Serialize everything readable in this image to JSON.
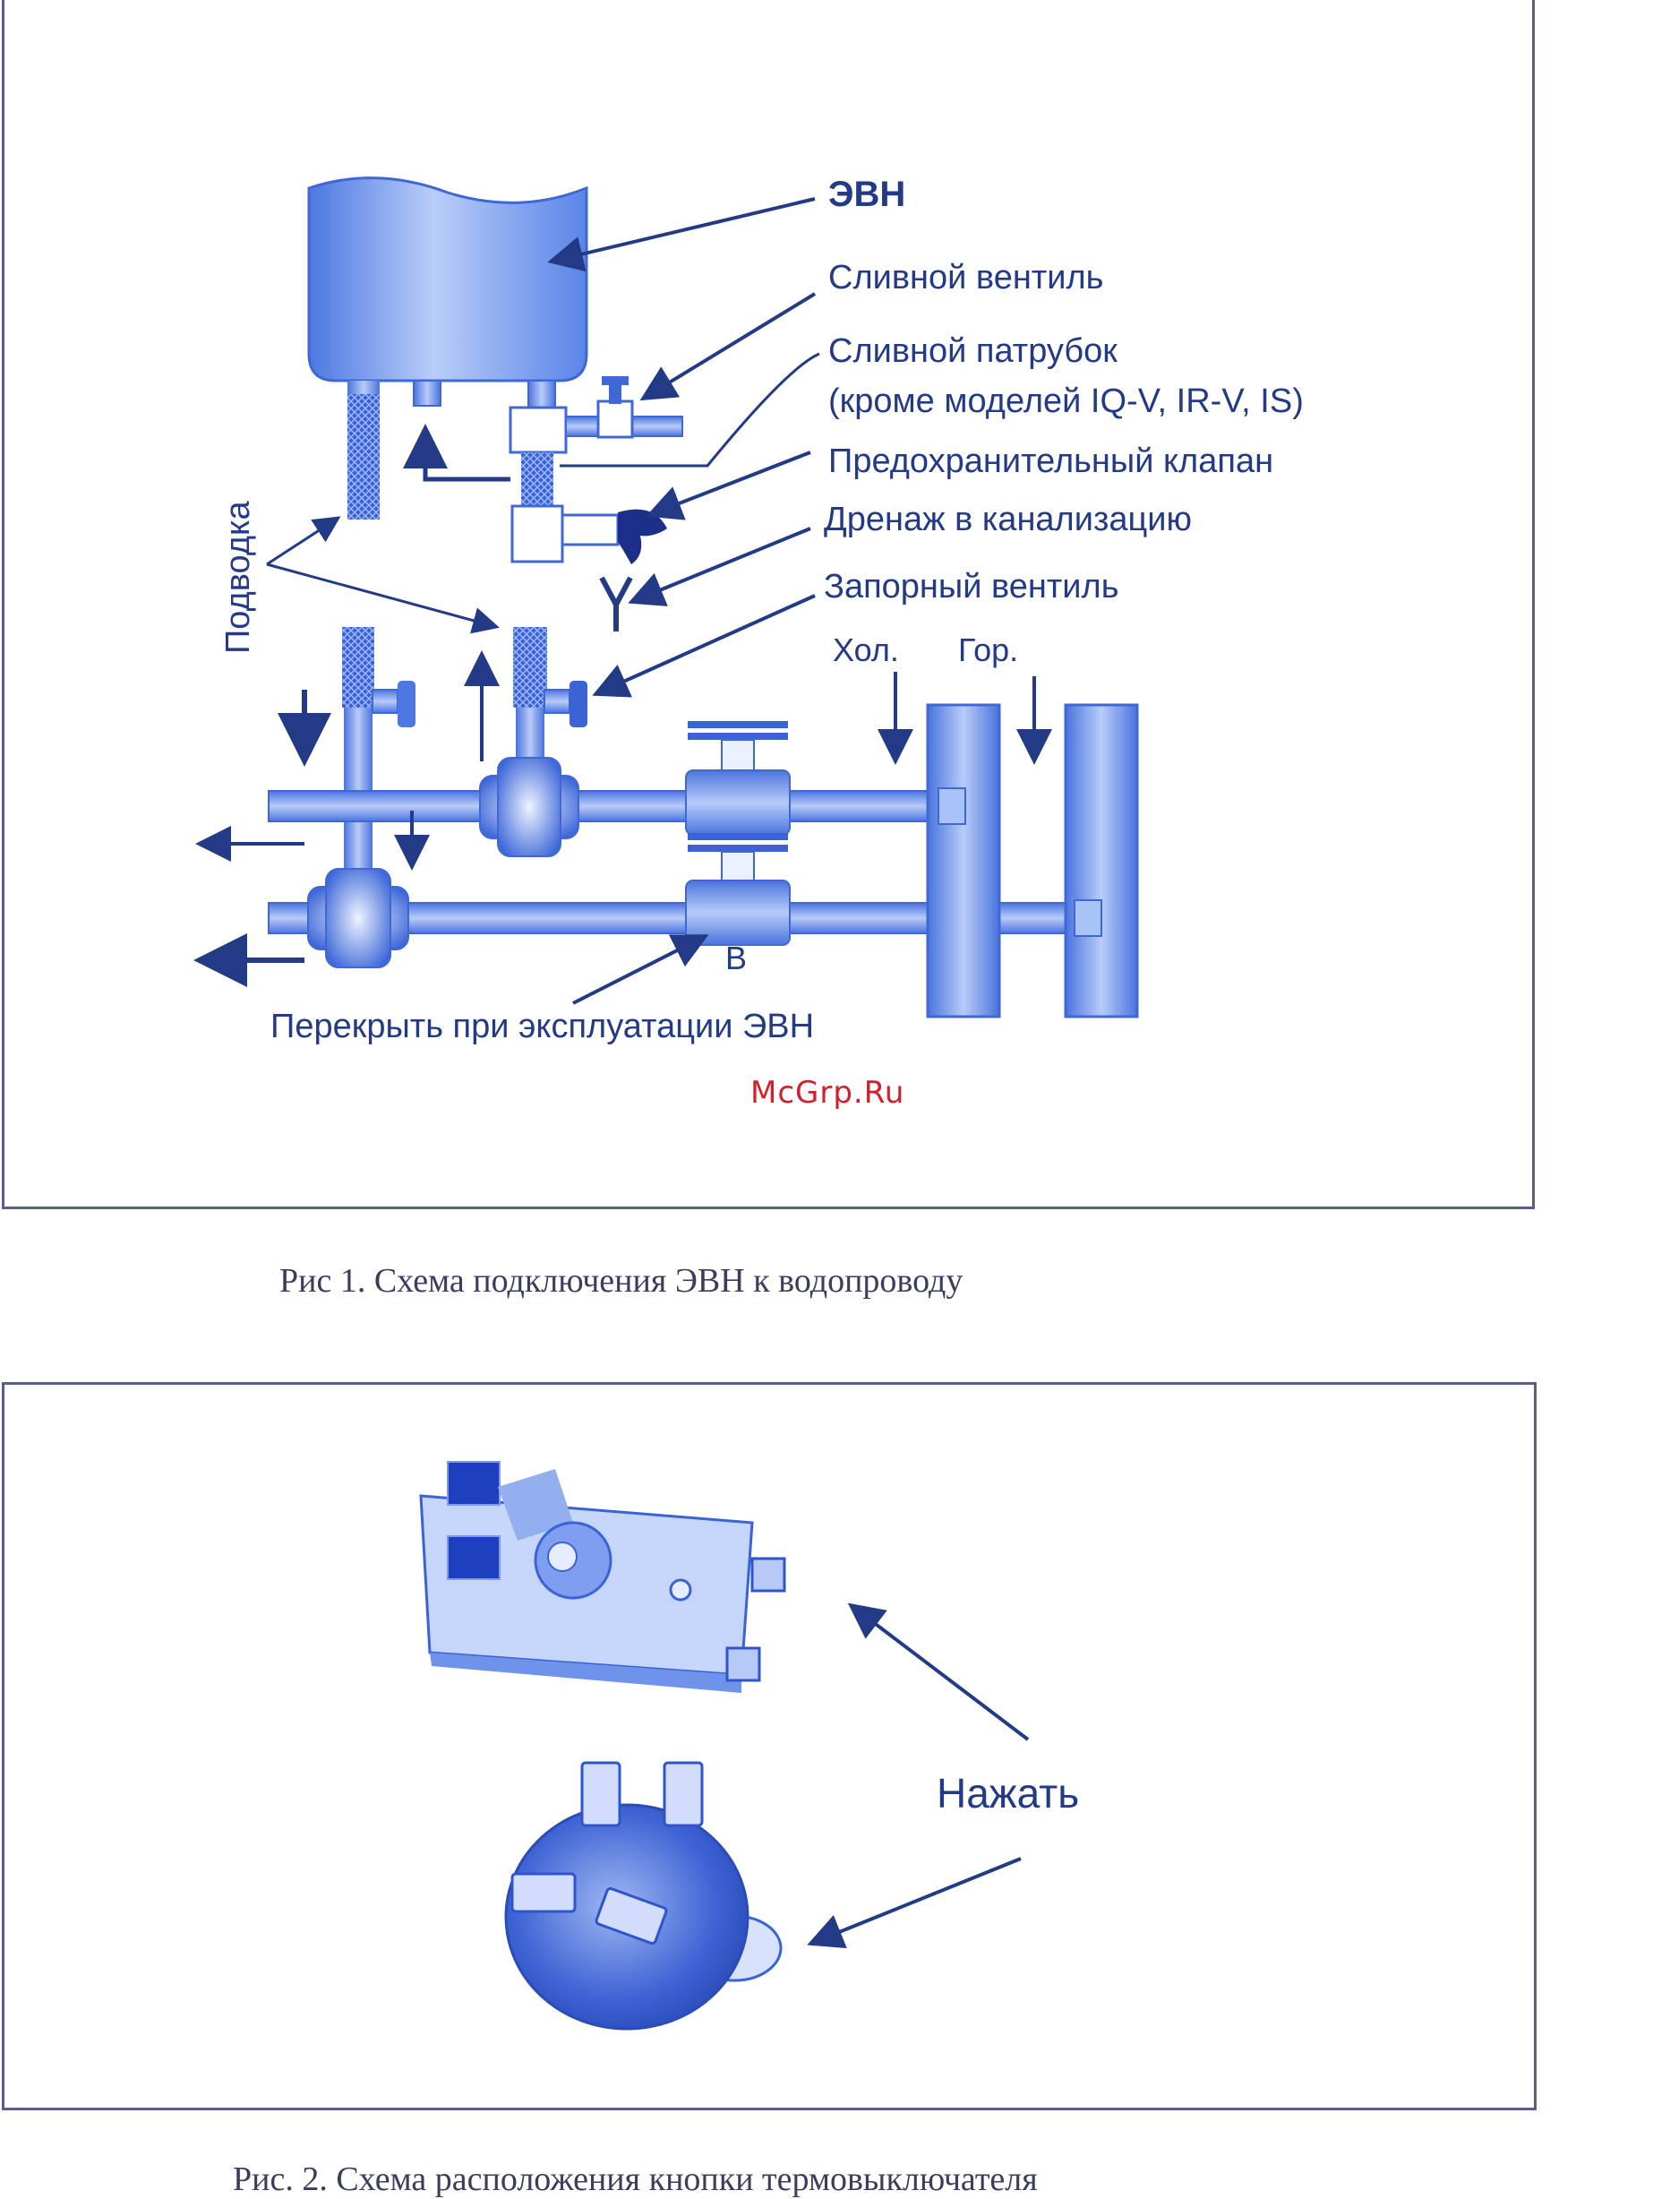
{
  "figure1": {
    "labels": {
      "evn": "ЭВН",
      "drain_valve": "Сливной вентиль",
      "drain_pipe_line1": "Сливной патрубок",
      "drain_pipe_line2": "(кроме моделей IQ-V, IR-V, IS)",
      "safety_valve": "Предохранительный клапан",
      "sewer_drain": "Дренаж в канализацию",
      "shutoff_valve": "Запорный вентиль",
      "cold": "Хол.",
      "hot": "Гор.",
      "supply": "Подводка",
      "valve_b": "В",
      "close_note": "Перекрыть при эксплуатации ЭВН"
    },
    "caption": "Рис 1. Схема подключения ЭВН к водопроводу"
  },
  "figure2": {
    "labels": {
      "press": "Нажать"
    },
    "caption": "Рис. 2. Схема расположения кнопки термовыключателя"
  },
  "watermark": "McGrp.Ru",
  "colors": {
    "pipe": "#5f86e8",
    "pipe_light": "#a9c2f7",
    "dark": "#233a86",
    "frame": "#5a5e8c",
    "watermark": "#d0202a"
  }
}
